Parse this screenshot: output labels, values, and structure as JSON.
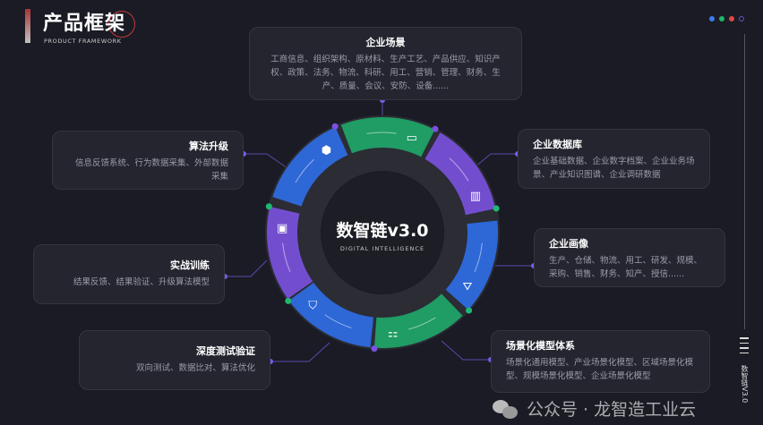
{
  "header": {
    "title": "产品框架",
    "subtitle": "PRODUCT FRAMEWORK"
  },
  "indicator_colors": [
    "#3b7bf0",
    "#21b36b",
    "#e04848",
    "#6a4fd0"
  ],
  "center": {
    "title": "数智链v3.0",
    "subtitle": "DIGITAL INTELLIGENCE"
  },
  "side_label": "数智链V3.0",
  "cards": [
    {
      "title": "企业场景",
      "desc": "工商信息、组织架构、原材料、生产工艺、产品供应、知识产权、政策、法务、物流、科研、用工、营销、管理、财务、生产、质量、会议、安防、设备......"
    },
    {
      "title": "企业数据库",
      "desc": "企业基础数据、企业数字档案、企业业务场景、产业知识图谱、企业调研数据"
    },
    {
      "title": "企业画像",
      "desc": "生产、仓储、物流、用工、研发、规模、采购、销售、财务、知产、授信......"
    },
    {
      "title": "场景化模型体系",
      "desc": "场景化通用模型、产业场景化模型、区域场景化模型、规模场景化模型、企业场景化模型"
    },
    {
      "title": "深度测试验证",
      "desc": "双向测试、数据比对、算法优化"
    },
    {
      "title": "实战训练",
      "desc": "结果反馈、结果验证、升级算法模型"
    },
    {
      "title": "算法升级",
      "desc": "信息反馈系统、行为数据采集、外部数据采集"
    }
  ],
  "segments": [
    {
      "icon": "monitor-chart-icon",
      "glyph": "▭",
      "color": "#1fa86a"
    },
    {
      "icon": "bar-chart-icon",
      "glyph": "▥",
      "color": "#7a52e0"
    },
    {
      "icon": "network-icon",
      "glyph": "⛛",
      "color": "#2f6ee8"
    },
    {
      "icon": "hierarchy-icon",
      "glyph": "⚏",
      "color": "#1fa86a"
    },
    {
      "icon": "shield-check-icon",
      "glyph": "⛉",
      "color": "#2f6ee8"
    },
    {
      "icon": "chip-icon",
      "glyph": "▣",
      "color": "#7a52e0"
    },
    {
      "icon": "cube-icon",
      "glyph": "⬢",
      "color": "#2f6ee8"
    }
  ],
  "watermark": "公众号 · 龙智造工业云"
}
